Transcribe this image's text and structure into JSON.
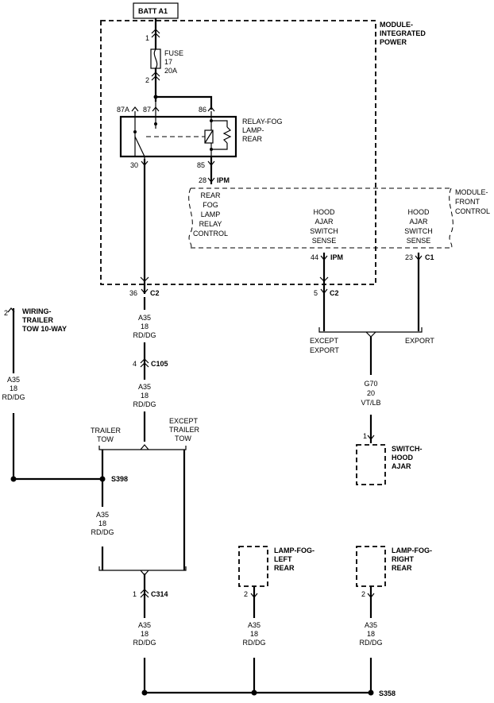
{
  "battery": {
    "label": "BATT A1"
  },
  "ipm": {
    "label_lines": [
      "MODULE-",
      "INTEGRATED",
      "POWER"
    ]
  },
  "fcm": {
    "label_lines": [
      "MODULE-",
      "FRONT",
      "CONTROL"
    ]
  },
  "fuse": {
    "lines": [
      "FUSE",
      "17",
      "20A"
    ],
    "pin_top": "1",
    "pin_bottom": "2"
  },
  "relay": {
    "label_lines": [
      "RELAY-FOG",
      "LAMP-",
      "REAR"
    ],
    "pin_87a": "87A",
    "pin_87": "87",
    "pin_86": "86",
    "pin_30": "30",
    "pin_85": "85"
  },
  "ipm_pin_28": {
    "pin": "28",
    "conn": "IPM"
  },
  "fcm_func_1": [
    "REAR",
    "FOG",
    "LAMP",
    "RELAY",
    "CONTROL"
  ],
  "fcm_func_2": [
    "HOOD",
    "AJAR",
    "SWITCH",
    "SENSE"
  ],
  "fcm_func_3": [
    "HOOD",
    "AJAR",
    "SWITCH",
    "SENSE"
  ],
  "pin_44": {
    "pin": "44",
    "conn": "IPM"
  },
  "pin_23": {
    "pin": "23",
    "conn": "C1"
  },
  "pin_36": {
    "pin": "36",
    "conn": "C2"
  },
  "pin_5": {
    "pin": "5",
    "conn": "C2"
  },
  "wire_a35": [
    "A35",
    "18",
    "RD/DG"
  ],
  "c105": {
    "pin": "4",
    "conn": "C105"
  },
  "c314": {
    "pin": "1",
    "conn": "C314"
  },
  "except_export": [
    "EXCEPT",
    "EXPORT"
  ],
  "export": "EXPORT",
  "wire_g70": [
    "G70",
    "20",
    "VT/LB"
  ],
  "hood_switch": {
    "pin": "1",
    "label_lines": [
      "SWITCH-",
      "HOOD",
      "AJAR"
    ]
  },
  "trailer_conn": {
    "pin": "2",
    "label_lines": [
      "WIRING-",
      "TRAILER",
      "TOW 10-WAY"
    ]
  },
  "trailer_tow": [
    "TRAILER",
    "TOW"
  ],
  "except_trailer_tow": [
    "EXCEPT",
    "TRAILER",
    "TOW"
  ],
  "s398": "S398",
  "s358": "S358",
  "fog_left": {
    "pin": "2",
    "label_lines": [
      "LAMP-FOG-",
      "LEFT",
      "REAR"
    ]
  },
  "fog_right": {
    "pin": "2",
    "label_lines": [
      "LAMP-FOG-",
      "RIGHT",
      "REAR"
    ]
  }
}
